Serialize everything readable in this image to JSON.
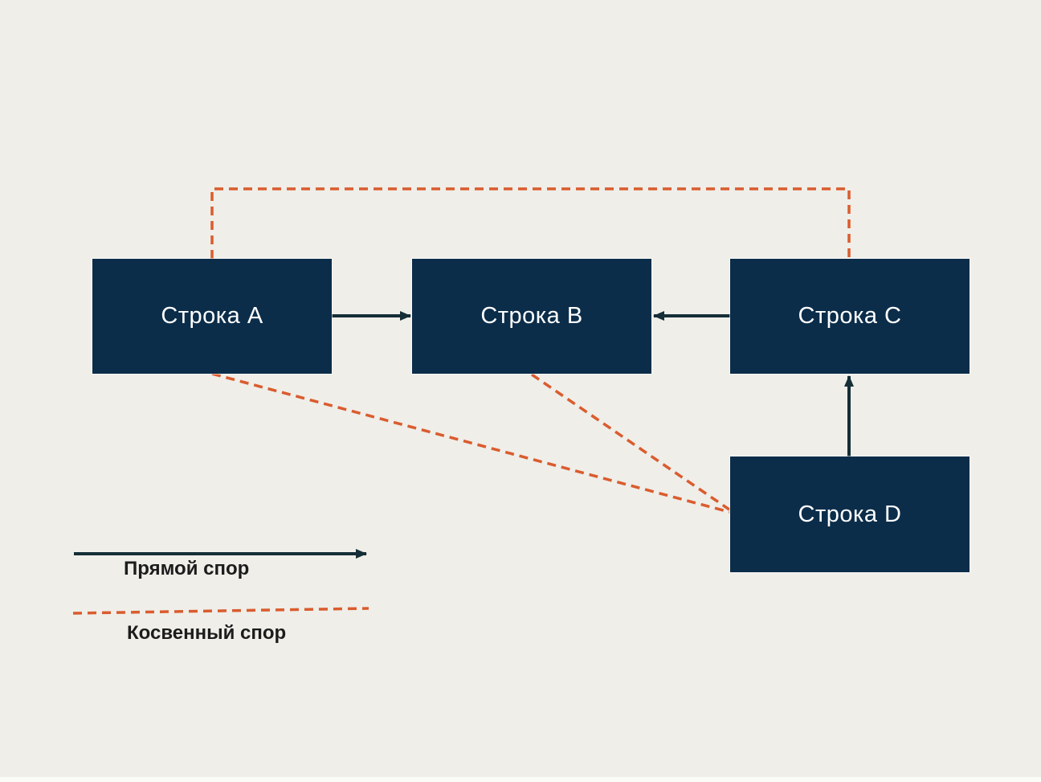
{
  "diagram": {
    "nodes": [
      {
        "id": "A",
        "label": "Строка A"
      },
      {
        "id": "B",
        "label": "Строка B"
      },
      {
        "id": "C",
        "label": "Строка C"
      },
      {
        "id": "D",
        "label": "Строка D"
      }
    ],
    "edges": {
      "direct": [
        {
          "from": "Строка A",
          "to": "Строка B"
        },
        {
          "from": "Строка C",
          "to": "Строка B"
        },
        {
          "from": "Строка D",
          "to": "Строка C"
        }
      ],
      "indirect": [
        {
          "from": "Строка A",
          "to": "Строка C"
        },
        {
          "from": "Строка A",
          "to": "Строка D"
        },
        {
          "from": "Строка B",
          "to": "Строка D"
        }
      ]
    }
  },
  "legend": {
    "direct_label": "Прямой спор",
    "indirect_label": "Косвенный спор"
  },
  "colors": {
    "background": "#efeee9",
    "node_fill": "#0b2d4a",
    "node_text": "#ffffff",
    "direct_edge": "#152e37",
    "indirect_edge": "#da5c2e",
    "legend_text": "#1c1c1c"
  }
}
